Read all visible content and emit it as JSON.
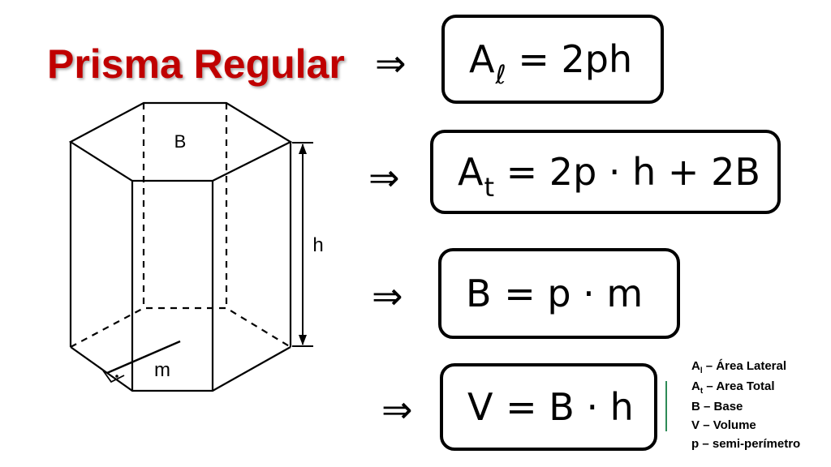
{
  "title": "Prisma Regular",
  "diagram": {
    "labels": {
      "base": "B",
      "height": "h",
      "apothem": "m"
    }
  },
  "formulas": [
    {
      "arrow": "⇒",
      "lhs": "A",
      "sub": "ℓ",
      "rhs": "= 2ph"
    },
    {
      "arrow": "⇒",
      "lhs": "A",
      "sub": "t",
      "rhs": "= 2p · h + 2B"
    },
    {
      "arrow": "⇒",
      "lhs": "B",
      "sub": "",
      "rhs": "= p · m"
    },
    {
      "arrow": "⇒",
      "lhs": "V",
      "sub": "",
      "rhs": "= B · h"
    }
  ],
  "legend": [
    {
      "sym": "A",
      "sub": "l",
      "text": "– Área Lateral"
    },
    {
      "sym": "A",
      "sub": "t",
      "text": "– Area Total"
    },
    {
      "sym": "B",
      "sub": "",
      "text": "– Base"
    },
    {
      "sym": "V",
      "sub": "",
      "text": "– Volume"
    },
    {
      "sym": "p",
      "sub": "",
      "text": "– semi-perímetro"
    }
  ]
}
